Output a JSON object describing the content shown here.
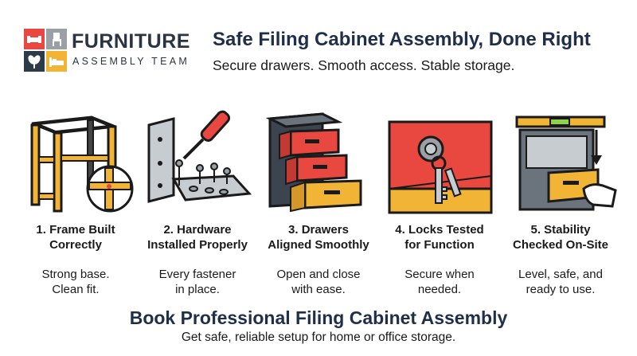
{
  "brand": {
    "name": "FURNITURE",
    "tagline": "ASSEMBLY TEAM",
    "colors": {
      "red": "#e8483f",
      "gray": "#9aa0a6",
      "navy": "#2c3a4a",
      "yellow": "#f2b434"
    }
  },
  "header": {
    "headline": "Safe Filing Cabinet Assembly, Done Right",
    "subhead": "Secure drawers. Smooth access. Stable storage."
  },
  "steps": [
    {
      "title_line1": "1. Frame Built",
      "title_line2": "Correctly",
      "desc_line1": "Strong base.",
      "desc_line2": "Clean fit.",
      "icon": "frame-icon"
    },
    {
      "title_line1": "2. Hardware",
      "title_line2": "Installed Properly",
      "desc_line1": "Every fastener",
      "desc_line2": "in place.",
      "icon": "screwdriver-icon"
    },
    {
      "title_line1": "3. Drawers",
      "title_line2": "Aligned Smoothly",
      "desc_line1": "Open and close",
      "desc_line2": "with ease.",
      "icon": "drawers-icon"
    },
    {
      "title_line1": "4. Locks Tested",
      "title_line2": "for Function",
      "desc_line1": "Secure when",
      "desc_line2": "needed.",
      "icon": "lock-key-icon"
    },
    {
      "title_line1": "5. Stability",
      "title_line2": "Checked On-Site",
      "desc_line1": "Level, safe, and",
      "desc_line2": "ready to use.",
      "icon": "level-cabinet-icon"
    }
  ],
  "cta": {
    "title": "Book Professional Filing Cabinet Assembly",
    "subtitle": "Get safe, reliable setup for home or office storage."
  }
}
